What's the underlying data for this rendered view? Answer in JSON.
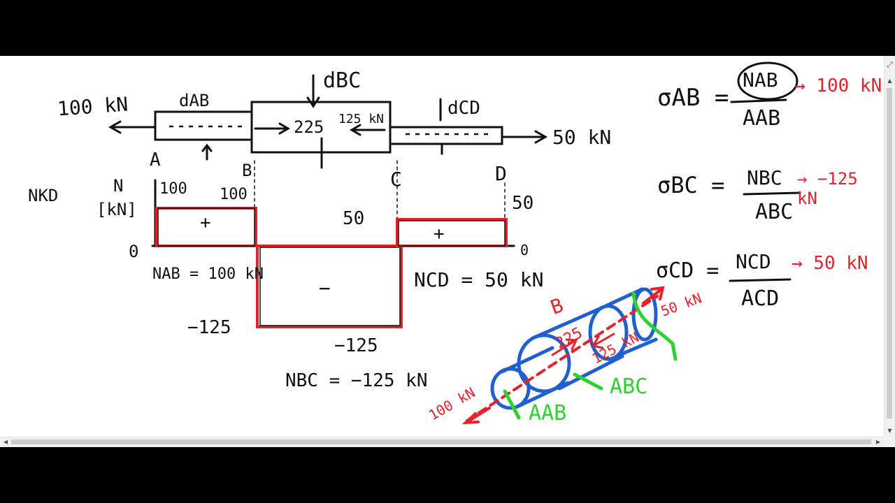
{
  "colors": {
    "ink": "#111111",
    "red": "#e8202a",
    "blue": "#1f5fd0",
    "green": "#2fd12f",
    "canvas": "#ffffff",
    "letterbox": "#000000"
  },
  "icons": {
    "expand": "expand-diagonal-icon",
    "scroll_up": "triangle-up-icon",
    "scroll_down": "triangle-down-icon",
    "scroll_left": "triangle-left-icon",
    "scroll_right": "triangle-right-icon"
  },
  "diagram": {
    "load_left": "100 kN",
    "load_right": "50 kN",
    "d_ab": "dAB",
    "d_bc": "dBC",
    "d_cd": "dCD",
    "bar_load_225": "225",
    "bar_load_125": "125 kN",
    "points": {
      "a": "A",
      "b": "B",
      "c": "C",
      "d": "D"
    },
    "nkd_label": "NKD",
    "axis_n": "N",
    "axis_unit": "[kN]",
    "zero_left": "0",
    "zero_right": "0",
    "val_100_a": "100",
    "val_100_b": "100",
    "val_50_mid": "50",
    "val_50_d": "50",
    "plus_ab": "+",
    "plus_cd": "+",
    "minus_bc": "−",
    "val_neg125_left": "−125",
    "val_neg125_bottom": "−125",
    "n_ab": "NAB = 100 kN",
    "n_cd": "NCD = 50 kN",
    "n_bc": "NBC = −125 kN"
  },
  "equations": {
    "sigma_ab_lhs": "σAB =",
    "sigma_ab_num": "NAB",
    "sigma_ab_den": "AAB",
    "sigma_ab_val": "→ 100 kN",
    "sigma_bc_lhs": "σBC =",
    "sigma_bc_num": "NBC",
    "sigma_bc_den": "ABC",
    "sigma_bc_val": "→ −125 kN",
    "sigma_cd_lhs": "σCD =",
    "sigma_cd_num": "NCD",
    "sigma_cd_den": "ACD",
    "sigma_cd_val": "→ 50 kN"
  },
  "sketch": {
    "load_100": "100 kN",
    "load_225": "225",
    "load_125": "125 kN",
    "load_50": "50 kN",
    "label_b": "B",
    "area_ab": "AAB",
    "area_bc": "ABC"
  }
}
